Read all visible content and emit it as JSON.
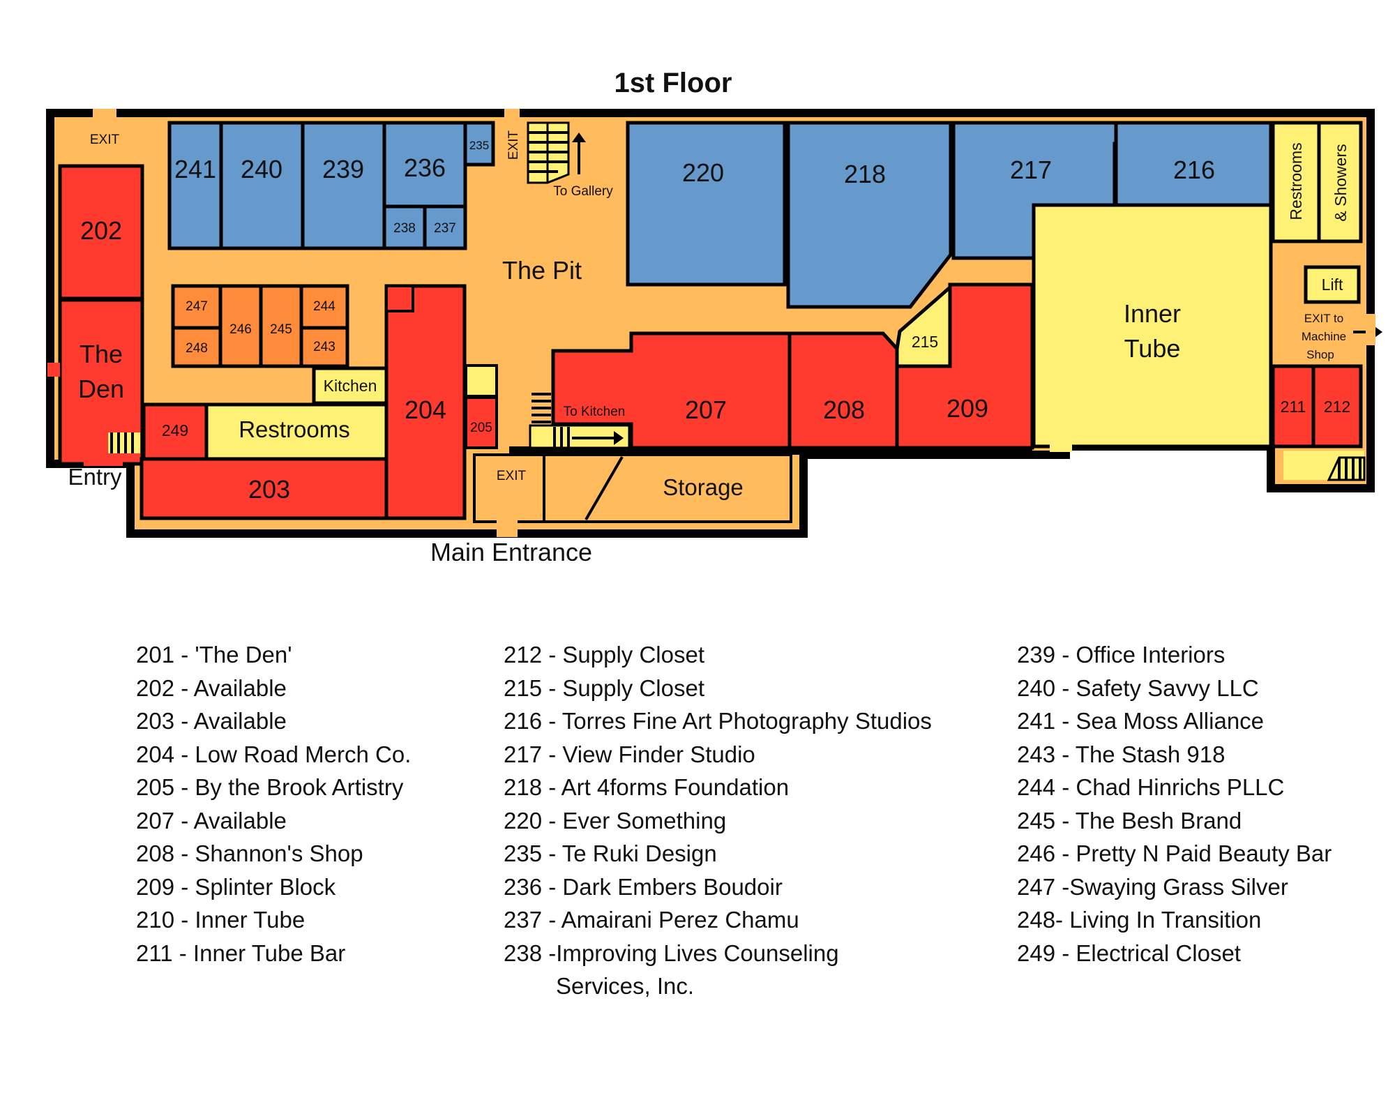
{
  "map": {
    "title": "1st Floor",
    "entrances": {
      "main": "Main Entrance",
      "entry": "Entry"
    },
    "colors": {
      "occupied": "#6699cc",
      "available": "#ff3b30",
      "small_units": "#ff8c3a",
      "services": "#fff176",
      "common_area": "#ffbb5c",
      "walls": "#000000"
    },
    "labels": {
      "exit": "EXIT",
      "the_den_line1": "The",
      "the_den_line2": "Den",
      "the_pit": "The Pit",
      "to_gallery": "To Gallery",
      "to_kitchen": "To Kitchen",
      "kitchen": "Kitchen",
      "restrooms": "Restrooms",
      "storage": "Storage",
      "inner_tube_line1": "Inner",
      "inner_tube_line2": "Tube",
      "restrooms_vertical": "Restrooms",
      "showers_vertical": "& Showers",
      "lift": "Lift",
      "exit_machine_line1": "EXIT to",
      "exit_machine_line2": "Machine",
      "exit_machine_line3": "Shop"
    },
    "rooms": {
      "r202": "202",
      "r203": "203",
      "r204": "204",
      "r205": "205",
      "r207": "207",
      "r208": "208",
      "r209": "209",
      "r211": "211",
      "r212": "212",
      "r215": "215",
      "r216": "216",
      "r217": "217",
      "r218": "218",
      "r220": "220",
      "r235": "235",
      "r236": "236",
      "r237": "237",
      "r238": "238",
      "r239": "239",
      "r240": "240",
      "r241": "241",
      "r243": "243",
      "r244": "244",
      "r245": "245",
      "r246": "246",
      "r247": "247",
      "r248": "248",
      "r249": "249"
    }
  },
  "legend": {
    "col1": [
      "201 - 'The Den'",
      "202 - Available",
      "203 - Available",
      "204 - Low Road Merch Co.",
      "205 - By the Brook Artistry",
      "207 - Available",
      "208 - Shannon's Shop",
      "209 - Splinter Block",
      "210 - Inner Tube",
      "211 - Inner Tube Bar"
    ],
    "col2": [
      "212 - Supply Closet",
      "215 - Supply Closet",
      "216 - Torres Fine Art Photography Studios",
      "217 - View Finder Studio",
      "218 - Art 4forms Foundation",
      "220 - Ever Something",
      "235 - Te Ruki Design",
      "236 - Dark Embers Boudoir",
      "237 - Amairani Perez Chamu",
      "238 -Improving Lives Counseling"
    ],
    "col2_continuation": "Services, Inc.",
    "col3": [
      "239 - Office Interiors",
      "240 - Safety Savvy LLC",
      "241 - Sea Moss Alliance",
      "243 - The Stash 918",
      "244 - Chad Hinrichs PLLC",
      "245 - The Besh Brand",
      "246 - Pretty N Paid Beauty Bar",
      "247 -Swaying Grass Silver",
      "248- Living In Transition",
      "249 - Electrical Closet"
    ]
  }
}
